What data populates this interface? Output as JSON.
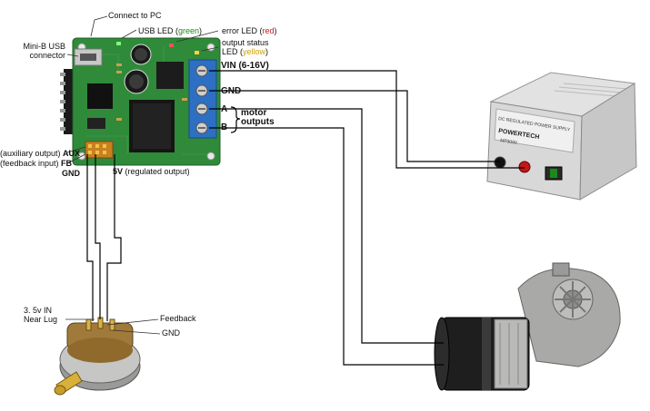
{
  "labels": {
    "connect_pc": "Connect to PC",
    "usb_led_prefix": "USB LED (",
    "usb_led_color": "green",
    "usb_led_suffix": ")",
    "error_led_prefix": "error LED (",
    "error_led_color": "red",
    "error_led_suffix": ")",
    "output_status_line1": "output status",
    "output_status_prefix": "LED (",
    "output_status_color": "yellow",
    "output_status_suffix": ")",
    "mini_usb_line1": "Mini-B USB",
    "mini_usb_line2": "connector",
    "aux_prefix": "(auxiliary output) ",
    "aux_code": "AUX",
    "fb_prefix": "(feedback input) ",
    "fb_code": "FB",
    "gnd_left": "GND",
    "five_v": "5V",
    "five_v_note": " (regulated output)",
    "vin": "VIN (6-16V)",
    "gnd_right": "GND",
    "a": "A",
    "b": "B",
    "motor_outputs_line1": "motor",
    "motor_outputs_line2": "outputs",
    "pot_in_line1": "3. 5v IN",
    "pot_in_line2": "Near Lug",
    "feedback": "Feedback",
    "gnd_pot": "GND"
  },
  "psu": {
    "brand": "POWERTECH",
    "title": "DC REGULATED POWER SUPPLY",
    "model": "MP3090"
  },
  "colors": {
    "pcb_green": "#2f8a3a",
    "terminal_blue": "#2d6fc2",
    "wire": "#000000"
  }
}
